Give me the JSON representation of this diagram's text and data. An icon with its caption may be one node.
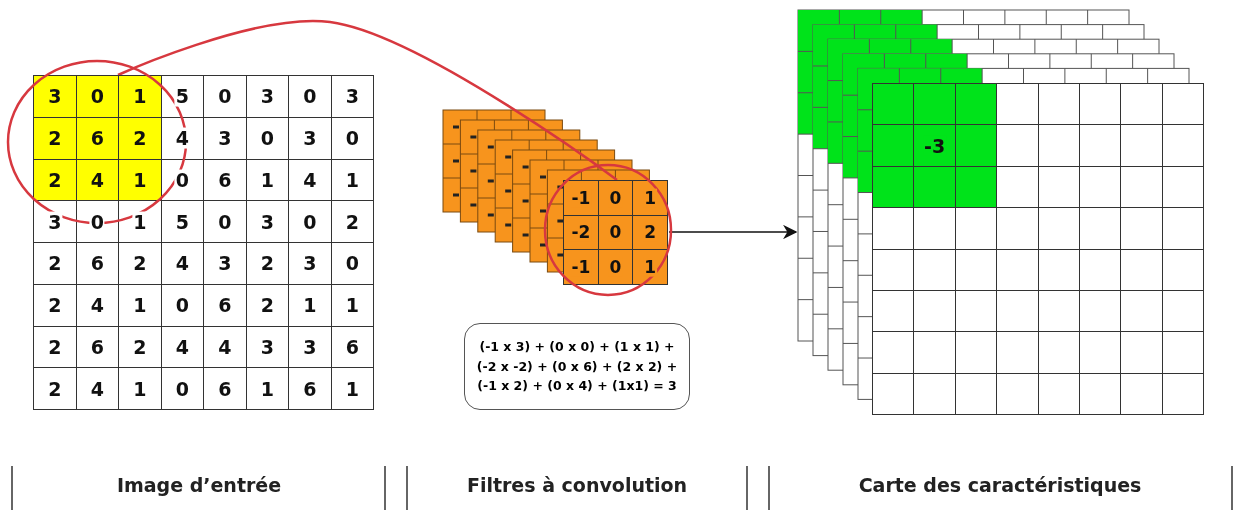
{
  "diagram": {
    "nodes": [
      {
        "text": [
          "3",
          "0",
          "1",
          "5",
          "0",
          "3",
          "0",
          "3",
          "2",
          "6",
          "2",
          "4",
          "3",
          "0",
          "3",
          "0",
          "2",
          "4",
          "1",
          "0",
          "6",
          "1",
          "4",
          "1",
          "3",
          "0",
          "1",
          "5",
          "0",
          "3",
          "0",
          "2",
          "2",
          "6",
          "2",
          "4",
          "3",
          "2",
          "3",
          "0",
          "2",
          "4",
          "1",
          "0",
          "6",
          "2",
          "1",
          "1",
          "2",
          "6",
          "2",
          "4",
          "4",
          "3",
          "3",
          "6",
          "2",
          "4",
          "1",
          "0",
          "6",
          "1",
          "6",
          "1"
        ]
      },
      {
        "text": [
          "-1",
          "0",
          "1",
          "-2",
          "0",
          "2",
          "-1",
          "0",
          "1"
        ]
      },
      {
        "text": [
          "(-1 x 3) + (0 x 0) + (1 x 1) + (-2 x -2) + (0 x 6) + (2 x 2) + (-1 x 2) + (0 x 4) + (1x1) = 3"
        ]
      },
      {
        "text": [
          "-3"
        ]
      }
    ],
    "edges": [
      {
        "from": 0,
        "to": 1,
        "arrow": "none",
        "color": "#d7383f"
      },
      {
        "from": 1,
        "to": 3,
        "arrow": "to",
        "color": "#111111"
      }
    ],
    "labels": [
      "Image d’entrée",
      "Filtres à convolution",
      "Carte des caractéristiques"
    ]
  }
}
